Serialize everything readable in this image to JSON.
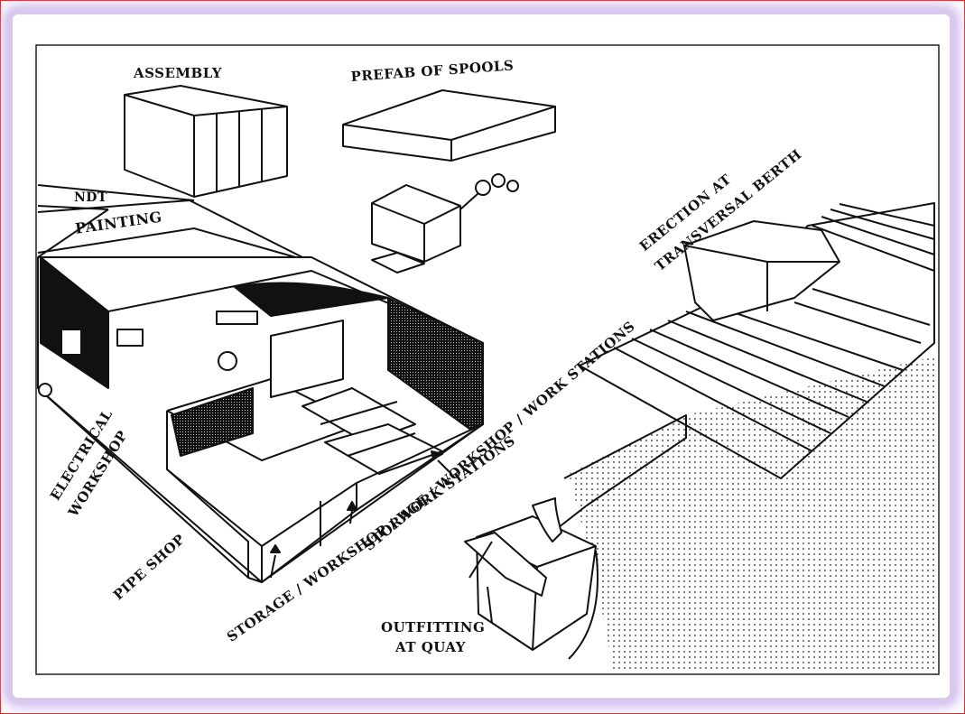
{
  "labels": {
    "assembly": "ASSEMBLY",
    "prefab": "PREFAB OF SPOOLS",
    "ndt": "NDT",
    "painting": "PAINTING",
    "erection_line1": "ERECTION AT",
    "erection_line2": "TRANSVERSAL BERTH",
    "electrical_line1": "ELECTRICAL",
    "electrical_line2": "WORKSHOP",
    "pipe_shop": "PIPE SHOP",
    "storage_top": "STORAGE / WORKSHOP / WORK STATIONS",
    "storage_bottom": "STORAGE / WORKSHOP / WORK STATIONS",
    "outfitting_line1": "OUTFITTING",
    "outfitting_line2": "AT QUAY"
  },
  "colors": {
    "border": "#d3282a",
    "glow": "#c8b4ea",
    "ink": "#111111"
  }
}
